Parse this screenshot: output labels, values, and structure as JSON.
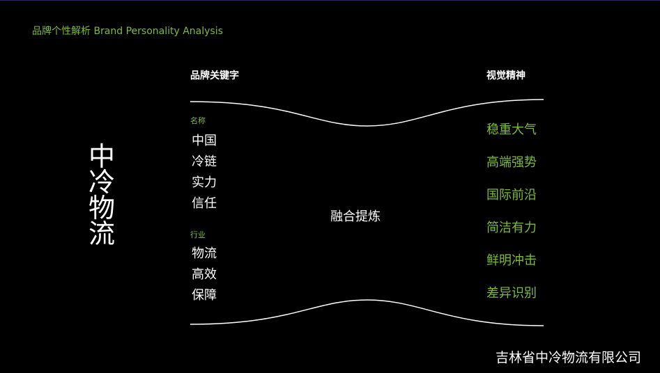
{
  "header": {
    "title": "品牌个性解析 Brand Personality Analysis"
  },
  "brand": {
    "chars": [
      "中",
      "冷",
      "物",
      "流"
    ]
  },
  "columns": {
    "left_heading": "品牌关键字",
    "right_heading": "视觉精神"
  },
  "keywords": {
    "group1_label": "名称",
    "group1_items": [
      "中国",
      "冷链",
      "实力",
      "信任"
    ],
    "group2_label": "行业",
    "group2_items": [
      "物流",
      "高效",
      "保障"
    ]
  },
  "center": {
    "text": "融合提炼"
  },
  "spirit": {
    "items": [
      "稳重大气",
      "高端强势",
      "国际前沿",
      "简洁有力",
      "鲜明冲击",
      "差异识别"
    ]
  },
  "footer": {
    "company": "吉林省中冷物流有限公司"
  },
  "colors": {
    "accent": "#7dbb3a",
    "text": "#ffffff",
    "background": "#000000"
  }
}
